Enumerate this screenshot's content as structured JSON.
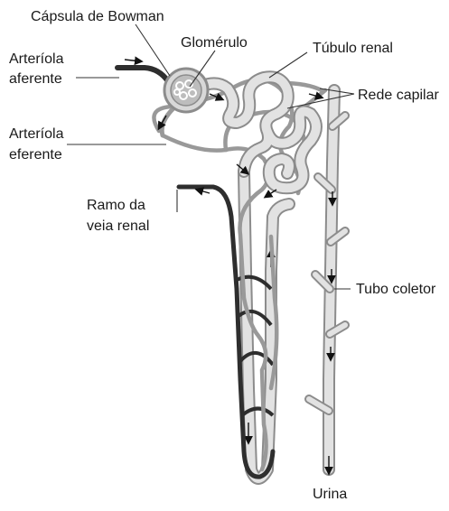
{
  "labels": {
    "bowman_capsule": "Cápsula de Bowman",
    "glomerulus": "Glomérulo",
    "renal_tubule": "Túbulo renal",
    "afferent_line1": "Arteríola",
    "afferent_line2": "aferente",
    "capillary_network": "Rede capilar",
    "efferent_line1": "Arteríola",
    "efferent_line2": "eferente",
    "vein_line1": "Ramo da",
    "vein_line2": "veia renal",
    "collecting_duct": "Tubo coletor",
    "urine": "Urina"
  },
  "colors": {
    "tubule_outline": "#8c8c8c",
    "tubule_fill": "#e2e2e2",
    "capillary": "#999999",
    "vein": "#2e2e2e",
    "text": "#1a1a1a"
  }
}
